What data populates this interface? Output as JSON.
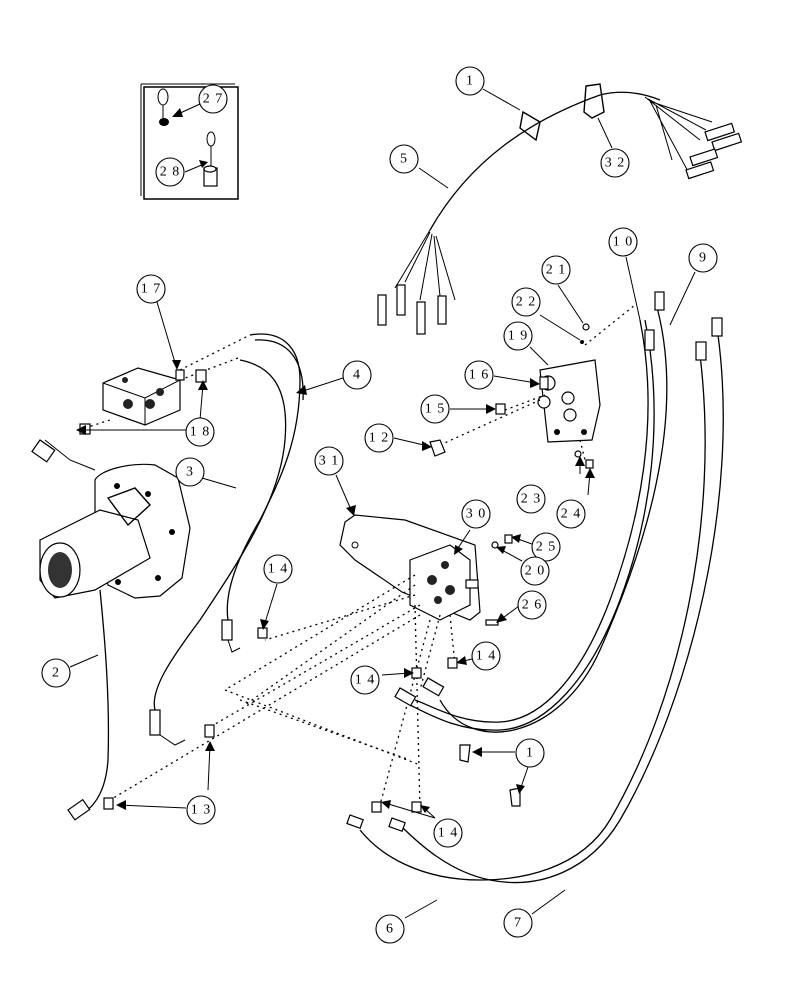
{
  "callouts": {
    "c1_top": "1",
    "c32": "3 2",
    "c5": "5",
    "c27": "2 7",
    "c28": "2 8",
    "c10": "1 0",
    "c9": "9",
    "c21": "2 1",
    "c22": "2 2",
    "c19": "1 9",
    "c16": "1 6",
    "c15": "1 5",
    "c12": "1 2",
    "c17": "1 7",
    "c4": "4",
    "c18": "1 8",
    "c3": "3",
    "c31": "3 1",
    "c30": "3 0",
    "c23": "2 3",
    "c24": "2 4",
    "c25": "2 5",
    "c20": "2 0",
    "c26": "2 6",
    "c14_a": "1 4",
    "c14_b": "1 4",
    "c14_c": "1 4",
    "c14_d": "1 4",
    "c2": "2",
    "c1_bottom": "1",
    "c13": "1 3",
    "c6": "6",
    "c7": "7"
  }
}
